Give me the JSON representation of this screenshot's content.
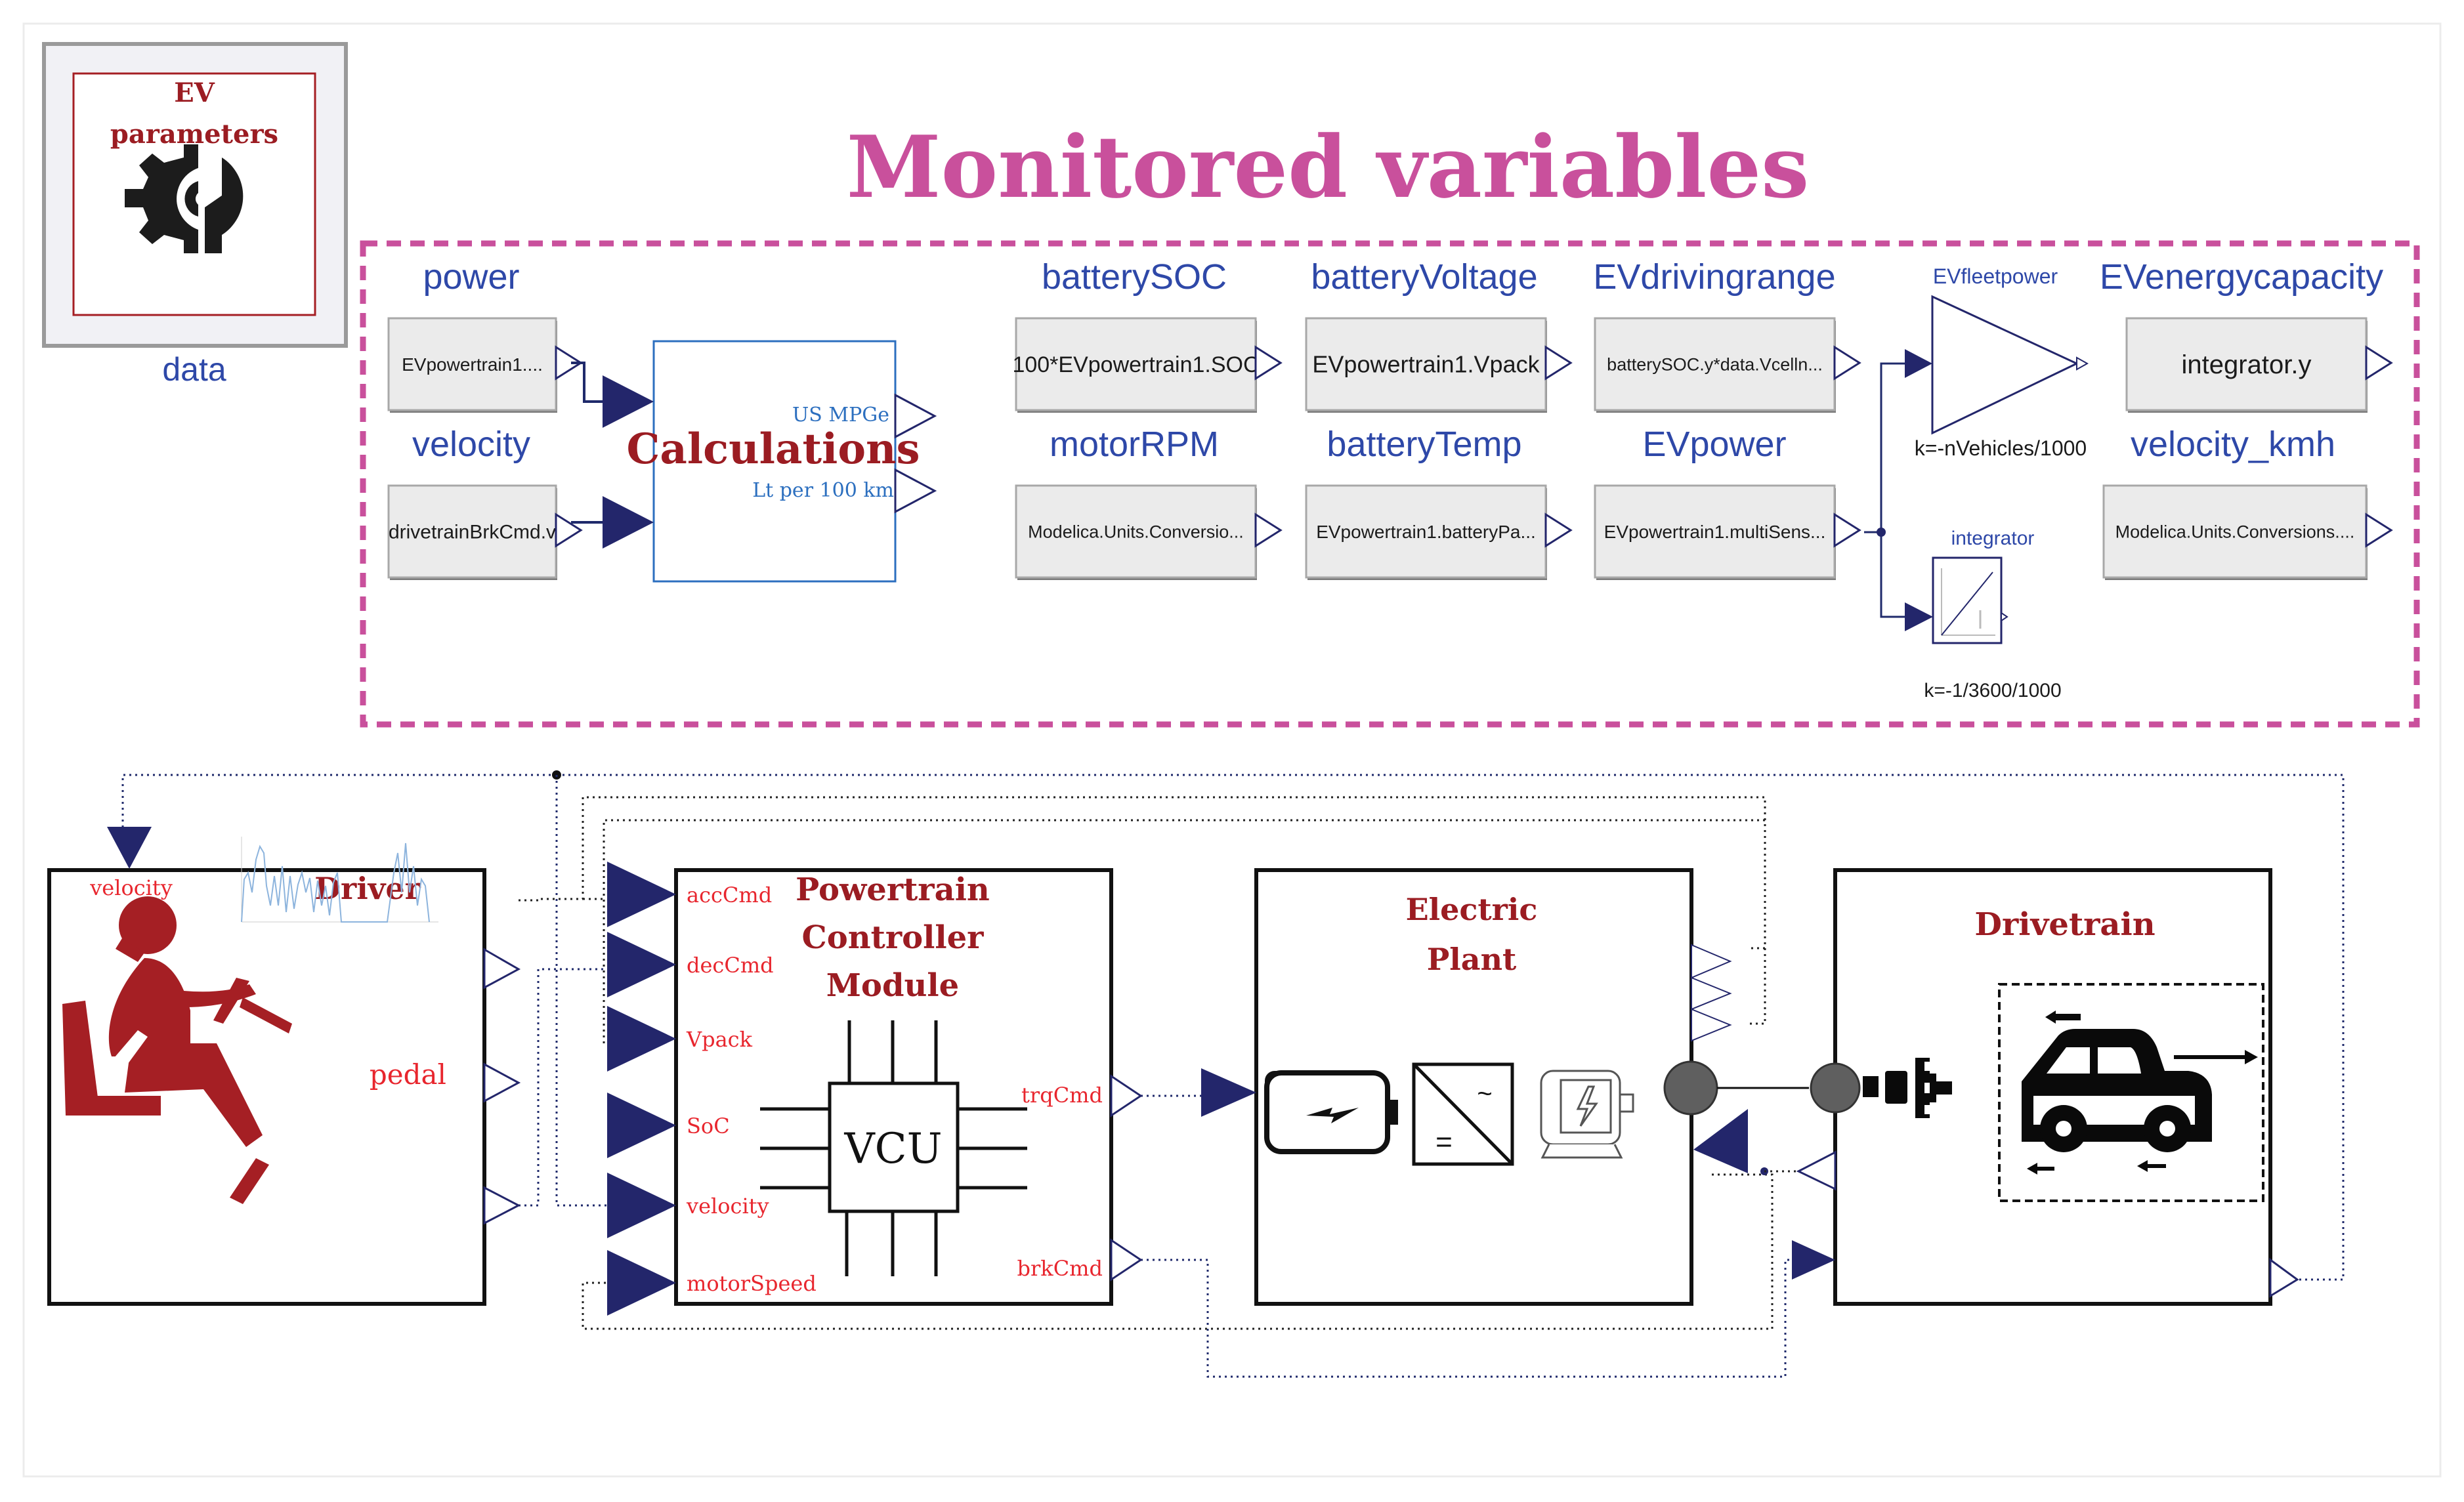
{
  "colors": {
    "navy": "#23266b",
    "title_magenta": "#c9509c",
    "block_label_blue": "#2e48a8",
    "block_title_red": "#9b1c22",
    "port_label_red": "#e8262e",
    "driver_figure": "#a51f24",
    "expr_box_fill": "#ebebeb"
  },
  "data_block": {
    "title_line1": "EV",
    "title_line2": "parameters",
    "icon": "gear-wrench-icon",
    "name": "data"
  },
  "monitored": {
    "title": "Monitored variables",
    "expressions": [
      {
        "name": "power",
        "expression": "EVpowertrain1...."
      },
      {
        "name": "velocity",
        "expression": "drivetrainBrkCmd.v"
      },
      {
        "name": "batterySOC",
        "expression": "100*EVpowertrain1.SOC"
      },
      {
        "name": "batteryVoltage",
        "expression": "EVpowertrain1.Vpack"
      },
      {
        "name": "EVdrivingrange",
        "expression": "batterySOC.y*data.Vcelln..."
      },
      {
        "name": "motorRPM",
        "expression": "Modelica.Units.Conversio..."
      },
      {
        "name": "batteryTemp",
        "expression": "EVpowertrain1.batteryPa..."
      },
      {
        "name": "EVpower",
        "expression": "EVpowertrain1.multiSens..."
      },
      {
        "name": "EVenergycapacity",
        "expression": "integrator.y"
      },
      {
        "name": "velocity_kmh",
        "expression": "Modelica.Units.Conversions...."
      }
    ],
    "calculations": {
      "title": "Calculations",
      "out1": "US MPGe",
      "out2": "Lt per 100 km"
    },
    "gain": {
      "name": "EVfleetpower",
      "param": "k=-nVehicles/1000"
    },
    "integrator": {
      "name": "integrator",
      "param": "k=-1/3600/1000"
    }
  },
  "driver": {
    "title": "Driver",
    "in_label": "velocity",
    "out_label": "pedal",
    "icon": "driver-seated-icon",
    "mini_chart": "velocity-profile-thumbnail"
  },
  "pcm": {
    "title_line1": "Powertrain",
    "title_line2": "Controller",
    "title_line3": "Module",
    "chip_label": "VCU",
    "inputs": [
      "accCmd",
      "decCmd",
      "Vpack",
      "SoC",
      "velocity",
      "motorSpeed"
    ],
    "outputs": [
      "trqCmd",
      "brkCmd"
    ]
  },
  "electric_plant": {
    "title_line1": "Electric",
    "title_line2": "Plant",
    "icons": [
      "battery-icon",
      "inverter-icon",
      "motor-icon"
    ],
    "inverter_ac": "~",
    "inverter_dc": "="
  },
  "drivetrain": {
    "title": "Drivetrain",
    "icons": [
      "gearbox-icon",
      "car-icon"
    ]
  }
}
